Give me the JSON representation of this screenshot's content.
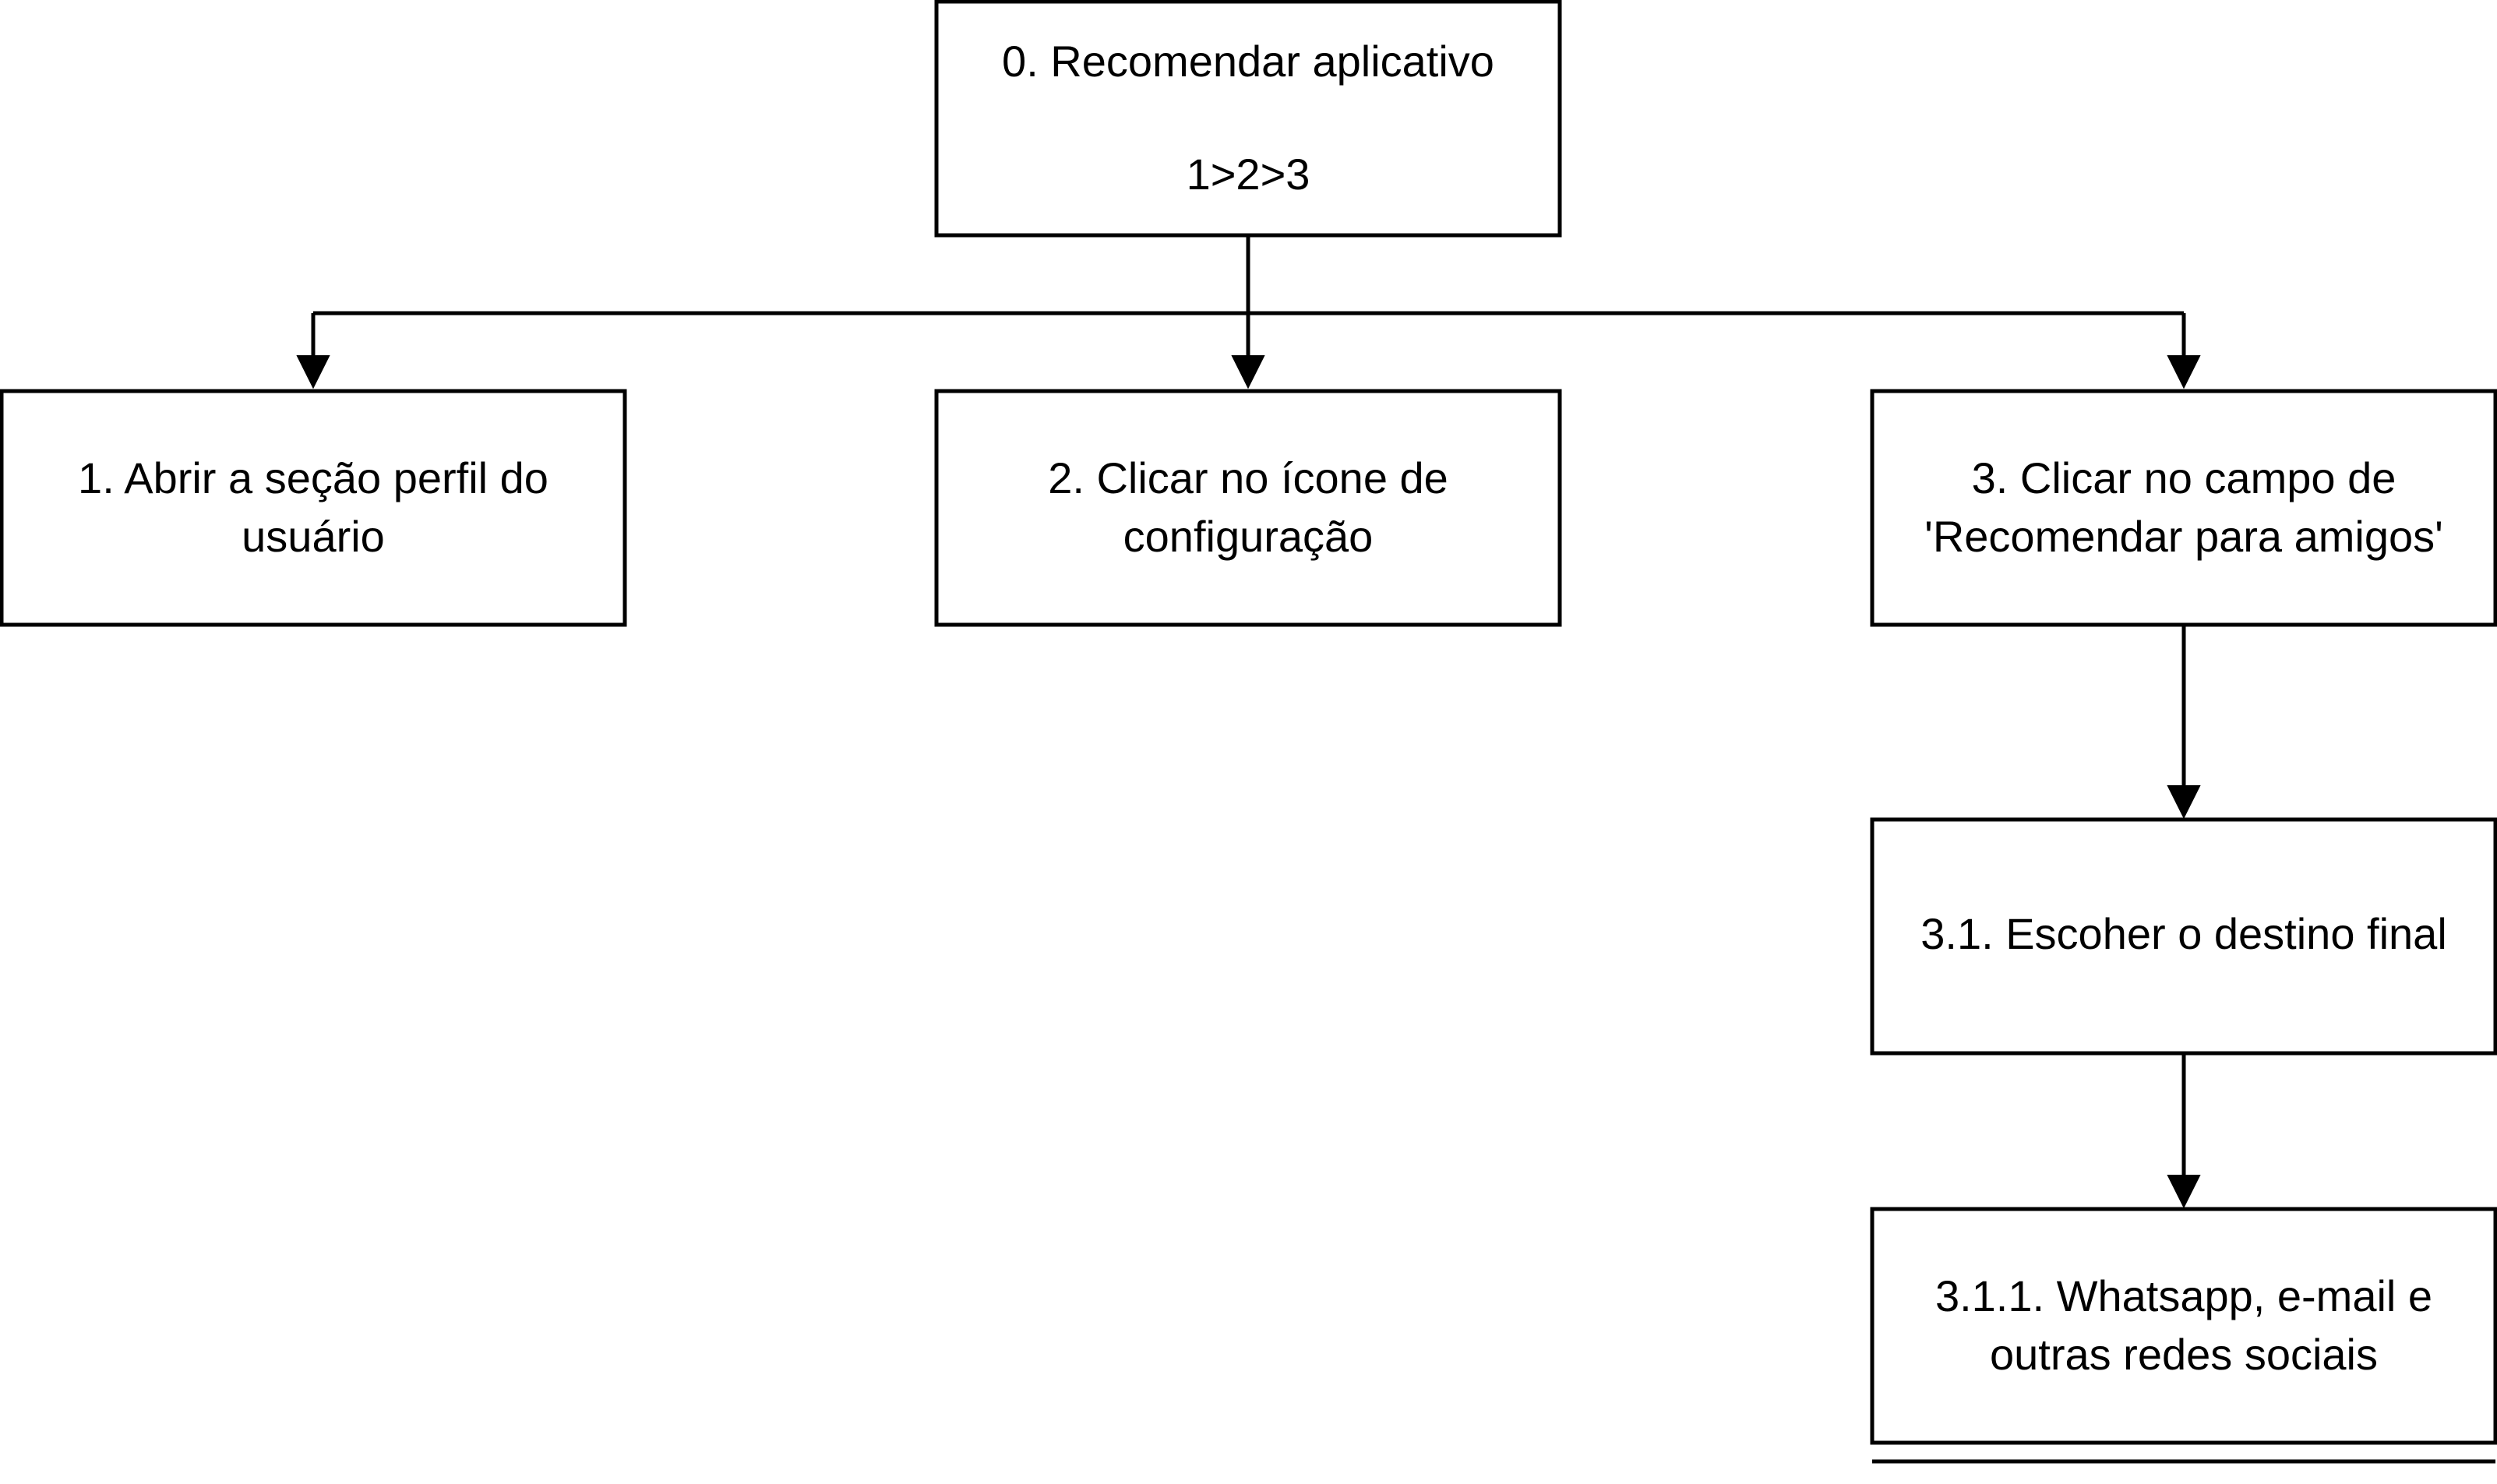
{
  "diagram": {
    "root": {
      "line1": "0. Recomendar aplicativo",
      "line2": "1>2>3"
    },
    "step1": {
      "line1": "1. Abrir a seção perfil do",
      "line2": "usuário"
    },
    "step2": {
      "line1": "2. Clicar no ícone de",
      "line2": "configuração"
    },
    "step3": {
      "line1": "3. Clicar no campo de",
      "line2": "'Recomendar para amigos'"
    },
    "step3_1": {
      "line1": "3.1. Escoher o destino final"
    },
    "step3_1_1": {
      "line1": "3.1.1. Whatsapp, e-mail e",
      "line2": "outras redes sociais"
    },
    "colors": {
      "stroke": "#000000",
      "fill": "#ffffff"
    }
  }
}
